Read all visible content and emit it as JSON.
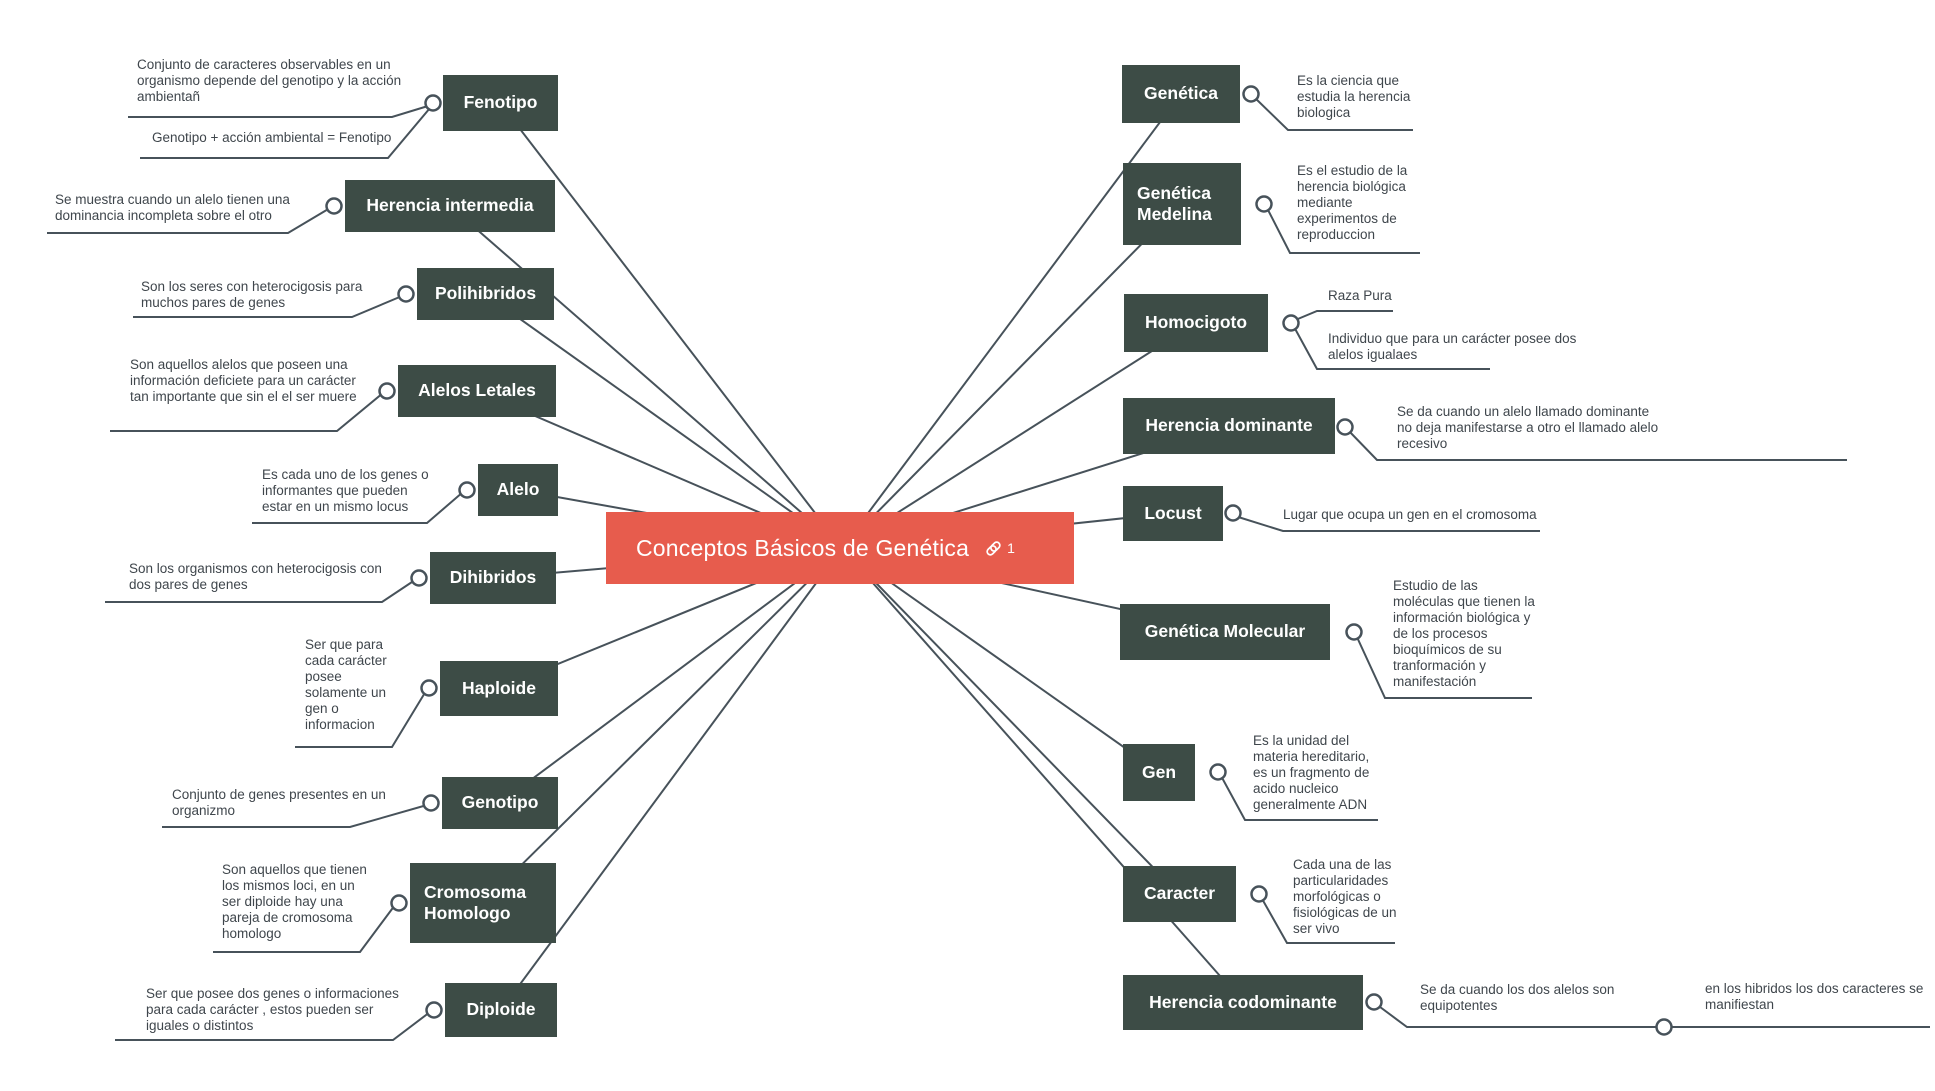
{
  "center": {
    "label": "Conceptos Básicos de Genética",
    "link_count": "1",
    "link_icon": "link-icon"
  },
  "colors": {
    "topic_bg": "#3d4c46",
    "center_bg": "#e75c4d",
    "line": "#47525a",
    "note_text": "#3f464c",
    "topic_text": "#ffffff",
    "background": "#ffffff"
  },
  "left_nodes": [
    {
      "label": "Fenotipo",
      "notes": [
        "Conjunto de caracteres observables en un organismo depende del genotipo y la acción ambientañ",
        "Genotipo + acción ambiental = Fenotipo"
      ]
    },
    {
      "label": "Herencia intermedia",
      "notes": [
        "Se muestra cuando un alelo tienen una dominancia incompleta sobre el otro"
      ]
    },
    {
      "label": "Polihibridos",
      "notes": [
        "Son los seres con heterocigosis para muchos pares de genes"
      ]
    },
    {
      "label": "Alelos Letales",
      "notes": [
        "Son aquellos alelos que poseen una información deficiete para un carácter tan importante que sin el el ser muere"
      ]
    },
    {
      "label": "Alelo",
      "notes": [
        "Es cada uno de los genes o informantes que pueden estar en un mismo locus"
      ]
    },
    {
      "label": "Dihibridos",
      "notes": [
        "Son los organismos con heterocigosis con dos pares de genes"
      ]
    },
    {
      "label": "Haploide",
      "notes": [
        "Ser que para cada carácter posee solamente un gen o informacion"
      ]
    },
    {
      "label": "Genotipo",
      "notes": [
        "Conjunto de genes presentes en un organizmo"
      ]
    },
    {
      "label": "Cromosoma Homologo",
      "notes": [
        "Son aquellos que tienen los mismos loci, en un ser diploide hay una pareja de cromosoma homologo"
      ]
    },
    {
      "label": "Diploide",
      "notes": [
        "Ser que posee dos genes o informaciones para cada carácter , estos pueden ser iguales o distintos"
      ]
    }
  ],
  "right_nodes": [
    {
      "label": "Genética",
      "notes": [
        "Es la ciencia que estudia la herencia biologica"
      ]
    },
    {
      "label": "Genética Medelina",
      "notes": [
        "Es el estudio de la herencia biológica mediante experimentos de reproduccion"
      ]
    },
    {
      "label": "Homocigoto",
      "notes": [
        "Raza Pura",
        "Individuo que para un carácter posee dos alelos igualaes"
      ]
    },
    {
      "label": "Herencia dominante",
      "notes": [
        "Se da cuando un alelo llamado dominante no deja manifestarse a otro el llamado alelo recesivo"
      ]
    },
    {
      "label": "Locust",
      "notes": [
        "Lugar que ocupa un gen en el cromosoma"
      ]
    },
    {
      "label": "Genética Molecular",
      "notes": [
        "Estudio de las moléculas que tienen la información biológica y de los procesos bioquímicos de su tranformación y manifestación"
      ]
    },
    {
      "label": "Gen",
      "notes": [
        "Es la unidad del materia hereditario, es un fragmento de acido nucleico generalmente ADN"
      ]
    },
    {
      "label": "Caracter",
      "notes": [
        "Cada una de las particularidades morfológicas o fisiológicas de un ser vivo"
      ]
    },
    {
      "label": "Herencia codominante",
      "notes": [
        "Se da cuando los dos alelos son equipotentes",
        "en los hibridos los dos caracteres se manifiestan"
      ]
    }
  ]
}
